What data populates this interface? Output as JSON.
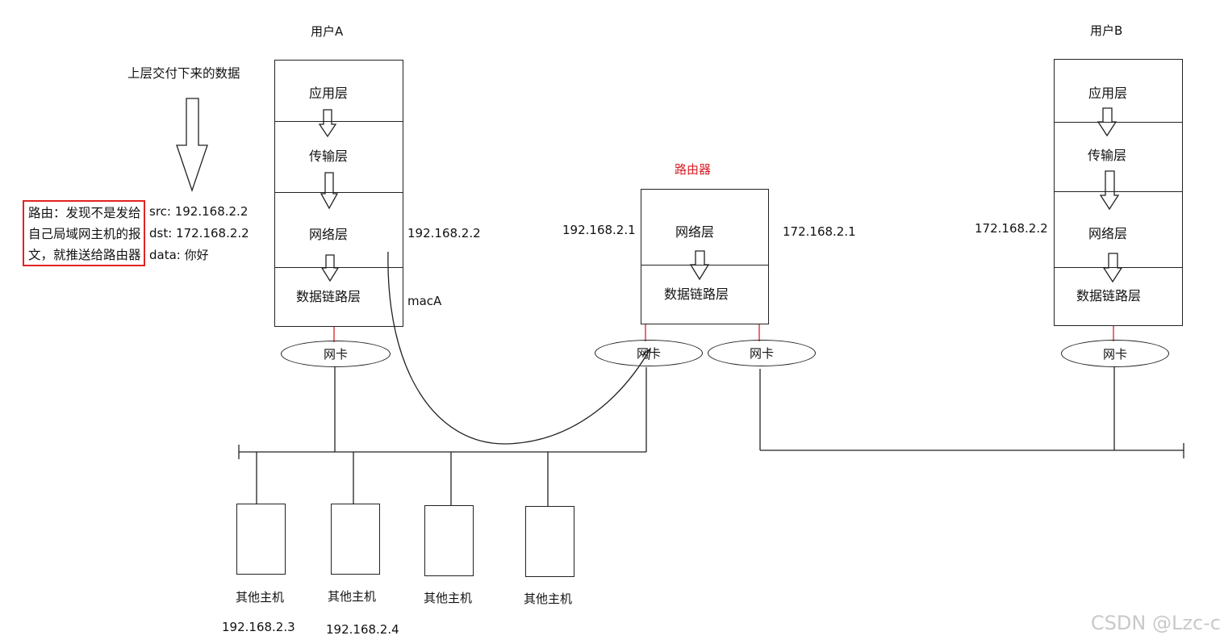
{
  "user_a": {
    "title": "用户A",
    "layers": [
      "应用层",
      "传输层",
      "网络层",
      "数据链路层"
    ],
    "ip": "192.168.2.2",
    "mac": "macA",
    "nic": "网卡"
  },
  "user_b": {
    "title": "用户B",
    "layers": [
      "应用层",
      "传输层",
      "网络层",
      "数据链路层"
    ],
    "ip": "172.168.2.2",
    "nic": "网卡"
  },
  "router": {
    "title": "路由器",
    "layers": [
      "网络层",
      "数据链路层"
    ],
    "ip_left": "192.168.2.1",
    "ip_right": "172.168.2.1",
    "nic_left": "网卡",
    "nic_right": "网卡"
  },
  "upper_data_label": "上层交付下来的数据",
  "note": {
    "lines": [
      "路由：发现不是发给",
      "自己局域网主机的报",
      "文，就推送给路由器"
    ]
  },
  "packet": {
    "src": "src: 192.168.2.2",
    "dst": "dst: 172.168.2.2",
    "data": "data: 你好"
  },
  "hosts": [
    {
      "label": "其他主机",
      "ip": "192.168.2.3"
    },
    {
      "label": "其他主机",
      "ip": "192.168.2.4"
    },
    {
      "label": "其他主机",
      "ip": ""
    },
    {
      "label": "其他主机",
      "ip": ""
    }
  ],
  "watermark": "CSDN @Lzc-c",
  "colors": {
    "note_border": "#e02424",
    "router_title": "#d81e28",
    "nic_stub": "#d81e28"
  }
}
